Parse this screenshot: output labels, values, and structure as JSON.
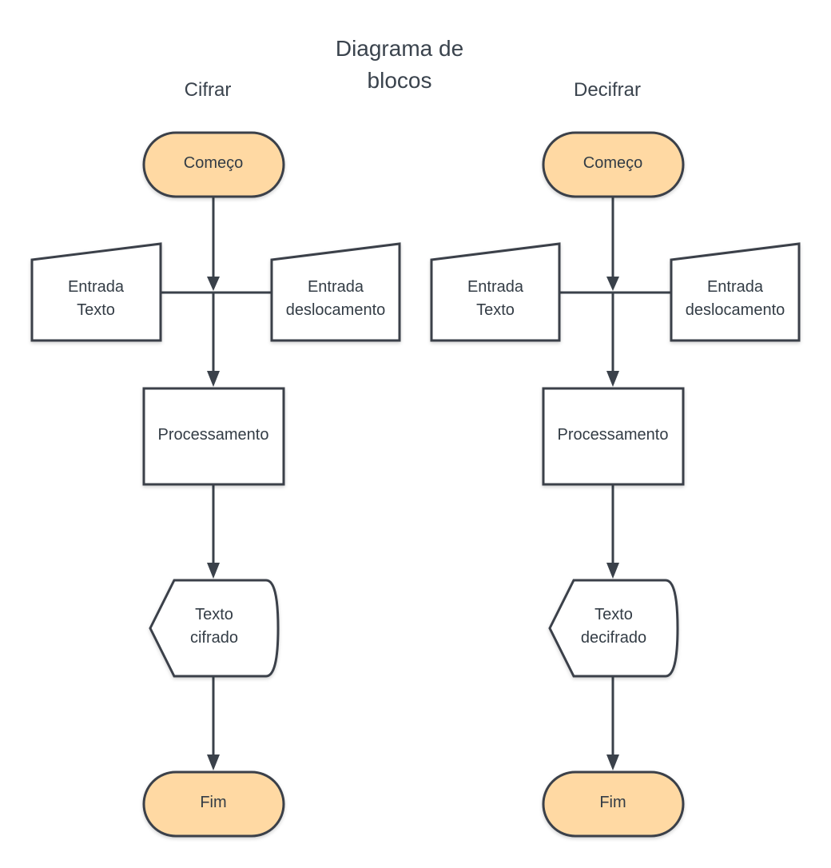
{
  "diagram": {
    "title_line1": "Diagrama de",
    "title_line2": "blocos"
  },
  "cifrar": {
    "heading": "Cifrar",
    "start": "Começo",
    "input_text_line1": "Entrada",
    "input_text_line2": "Texto",
    "input_shift_line1": "Entrada",
    "input_shift_line2": "deslocamento",
    "process": "Processamento",
    "output_line1": "Texto",
    "output_line2": "cifrado",
    "end": "Fim"
  },
  "decifrar": {
    "heading": "Decifrar",
    "start": "Começo",
    "input_text_line1": "Entrada",
    "input_text_line2": "Texto",
    "input_shift_line1": "Entrada",
    "input_shift_line2": "deslocamento",
    "process": "Processamento",
    "output_line1": "Texto",
    "output_line2": "decifrado",
    "end": "Fim"
  },
  "colors": {
    "terminator_fill": "#ffd9a3",
    "stroke": "#3a414a",
    "text": "#333c45"
  }
}
